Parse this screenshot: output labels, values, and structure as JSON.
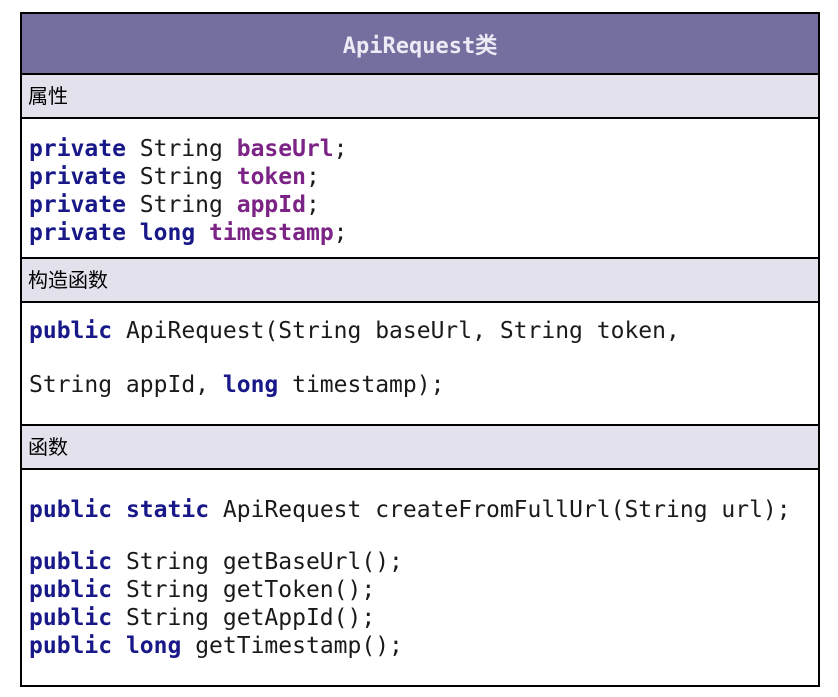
{
  "title": "ApiRequest类",
  "colors": {
    "header_bg": "#746F9E",
    "header_text": "#ECEAF4",
    "section_bg": "#E3E1EC",
    "border": "#000000",
    "keyword": "#181889",
    "member": "#7C2386",
    "plain_code": "#1A1A1A"
  },
  "sections": [
    {
      "label": "属性",
      "blocks": [
        {
          "lines": [
            [
              [
                "private",
                "kw"
              ],
              [
                " String ",
                "pl"
              ],
              [
                "baseUrl",
                "mem"
              ],
              [
                ";",
                "pl"
              ]
            ],
            [
              [
                "private",
                "kw"
              ],
              [
                " String ",
                "pl"
              ],
              [
                "token",
                "mem"
              ],
              [
                ";",
                "pl"
              ]
            ],
            [
              [
                "private",
                "kw"
              ],
              [
                " String ",
                "pl"
              ],
              [
                "appId",
                "mem"
              ],
              [
                ";",
                "pl"
              ]
            ],
            [
              [
                "private",
                "kw"
              ],
              [
                " ",
                "pl"
              ],
              [
                "long",
                "kw"
              ],
              [
                " ",
                "pl"
              ],
              [
                "timestamp",
                "mem"
              ],
              [
                ";",
                "pl"
              ]
            ]
          ]
        }
      ]
    },
    {
      "label": "构造函数",
      "blocks": [
        {
          "lines": [
            [
              [
                "public",
                "kw"
              ],
              [
                " ApiRequest(String baseUrl, String token,",
                "pl"
              ]
            ]
          ]
        },
        {
          "lines": [
            [
              [
                "String appId, ",
                "pl"
              ],
              [
                "long",
                "kw"
              ],
              [
                " timestamp);",
                "pl"
              ]
            ]
          ]
        }
      ]
    },
    {
      "label": "函数",
      "blocks": [
        {
          "lines": [
            [
              [
                "public",
                "kw"
              ],
              [
                " ",
                "pl"
              ],
              [
                "static",
                "kw"
              ],
              [
                " ApiRequest createFromFullUrl(String url);",
                "pl"
              ]
            ]
          ]
        },
        {
          "lines": [
            [
              [
                "public",
                "kw"
              ],
              [
                " String getBaseUrl();",
                "pl"
              ]
            ],
            [
              [
                "public",
                "kw"
              ],
              [
                " String getToken();",
                "pl"
              ]
            ],
            [
              [
                "public",
                "kw"
              ],
              [
                " String getAppId();",
                "pl"
              ]
            ],
            [
              [
                "public",
                "kw"
              ],
              [
                " ",
                "pl"
              ],
              [
                "long",
                "kw"
              ],
              [
                " getTimestamp();",
                "pl"
              ]
            ]
          ]
        }
      ]
    }
  ]
}
